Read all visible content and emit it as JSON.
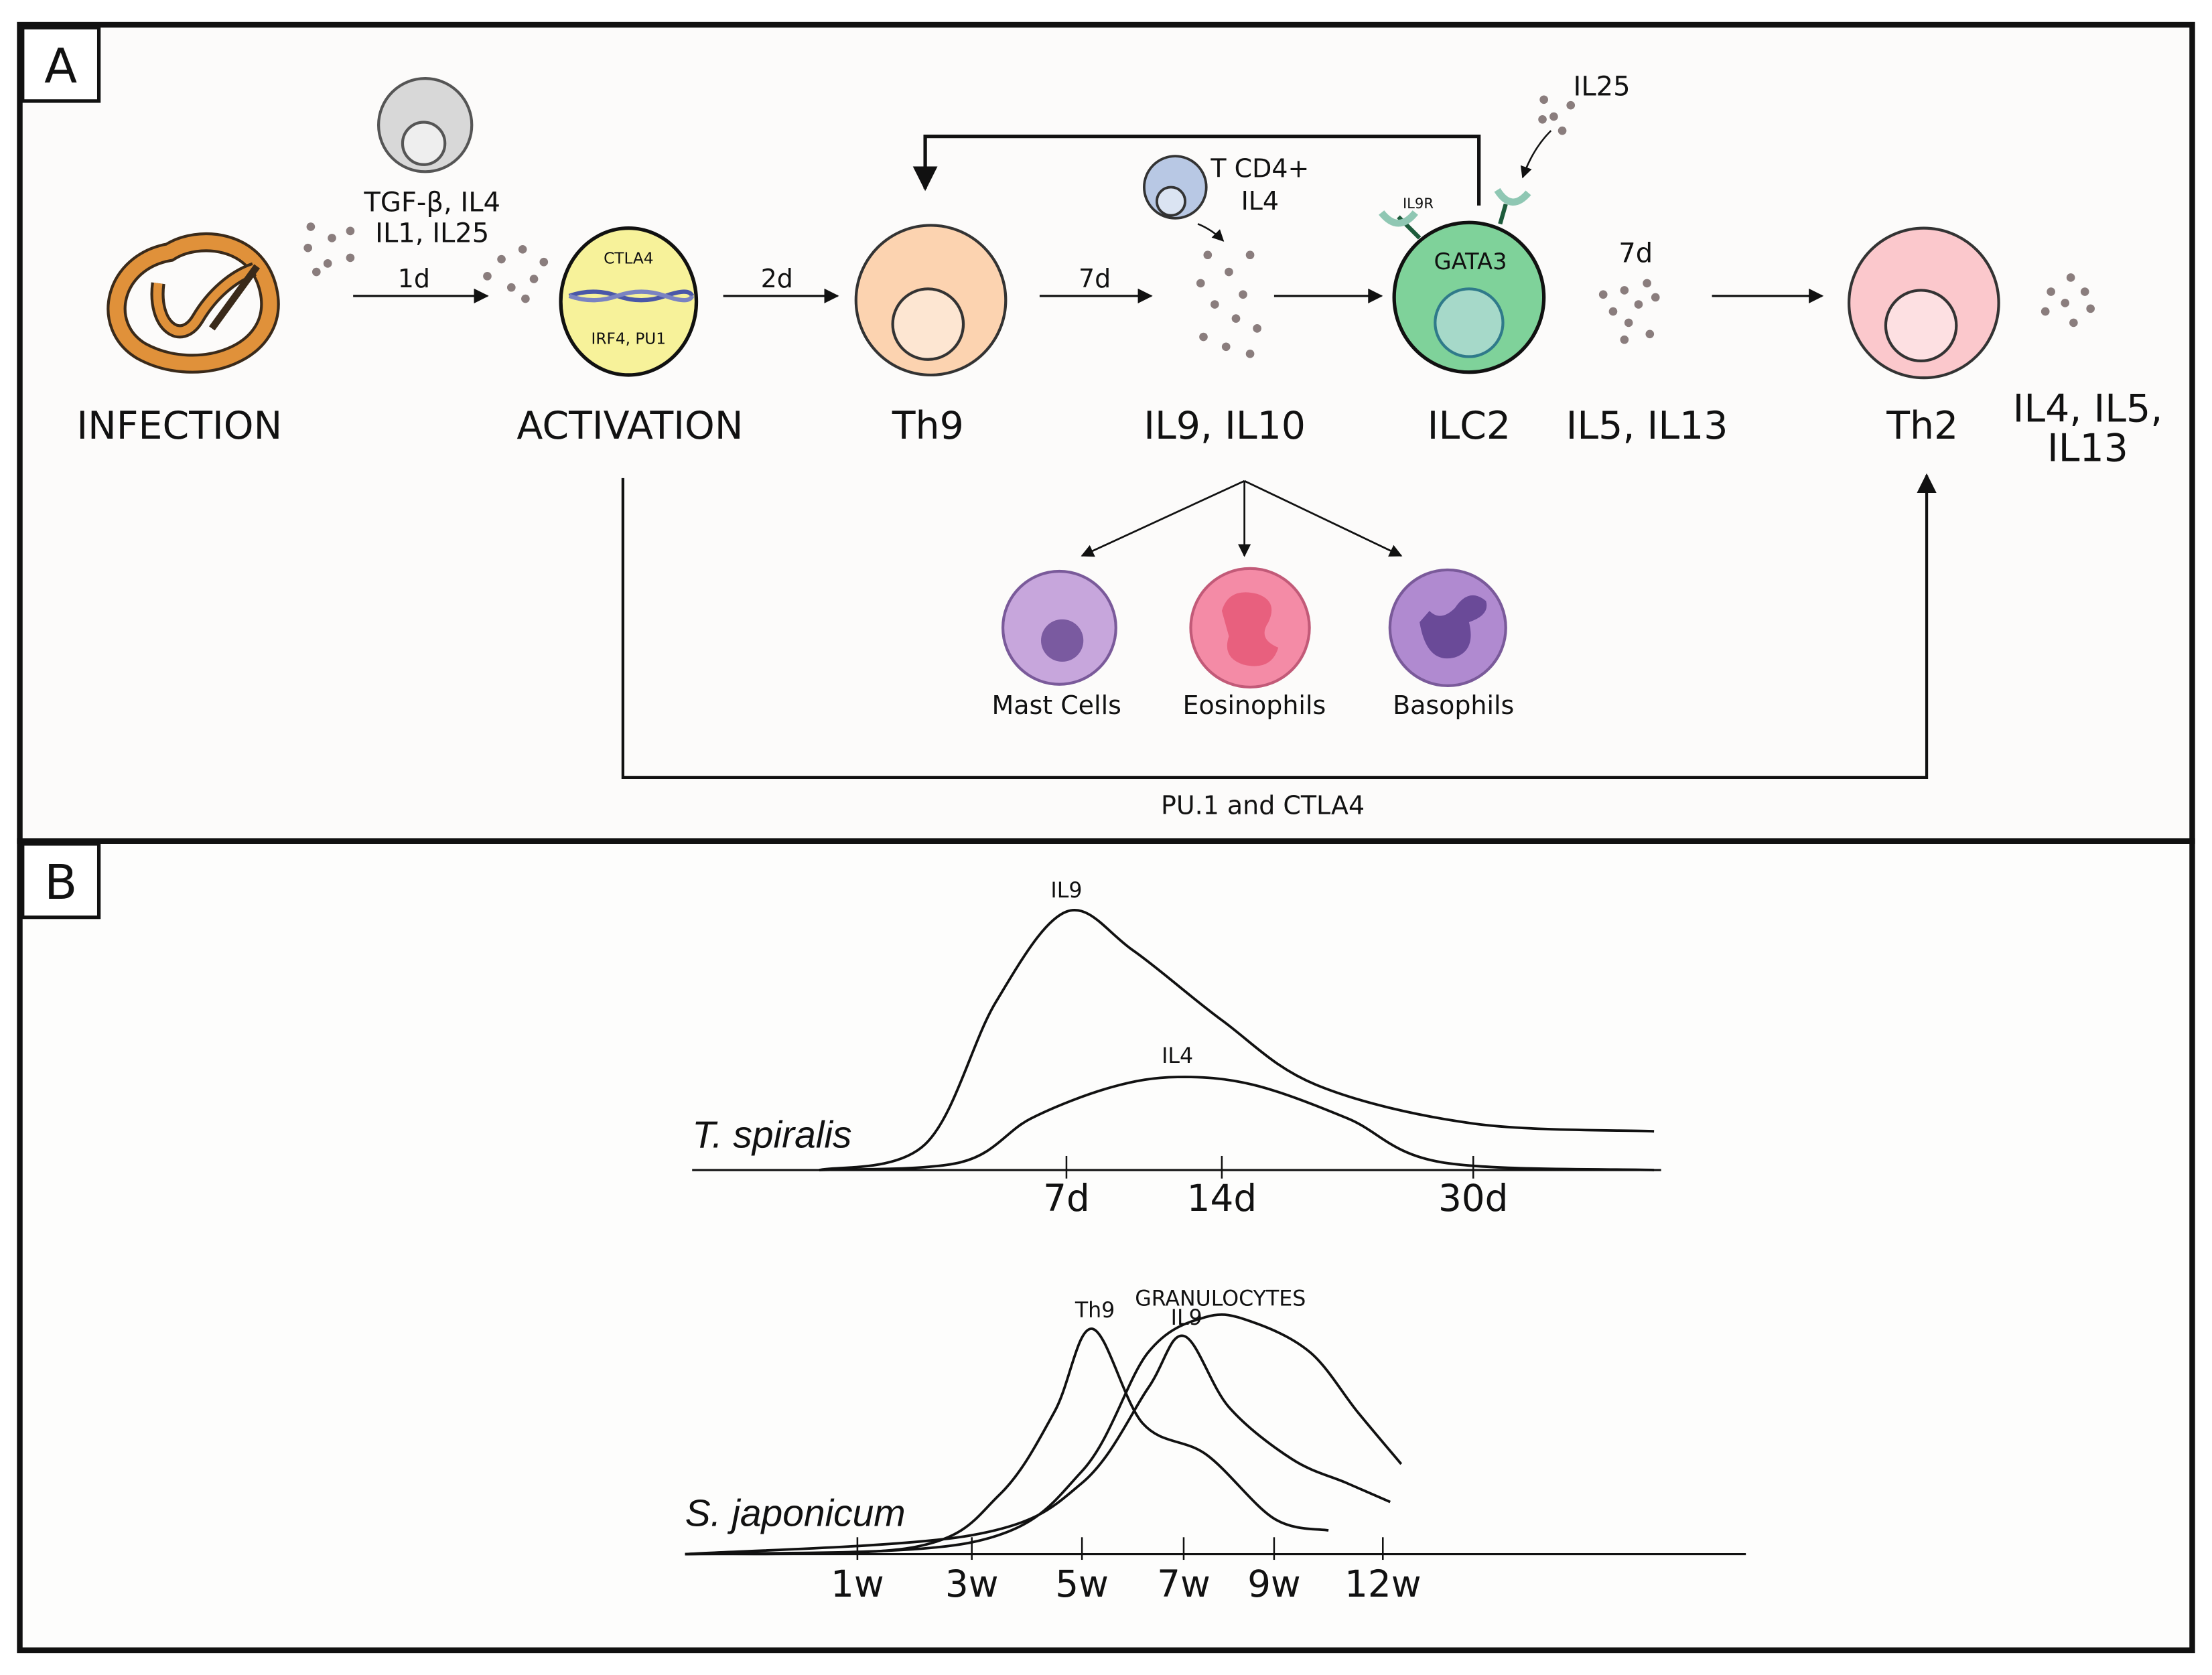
{
  "panel_a": {
    "label": "A",
    "stages": {
      "infection": "INFECTION",
      "activation": "ACTIVATION",
      "th9": "Th9",
      "il9_il10": "IL9, IL10",
      "ilc2": "ILC2",
      "il5_il13": "IL5, IL13",
      "th2": "Th2",
      "il4_il5_line1": "IL4, IL5,",
      "il4_il5_line2": "IL13"
    },
    "cytokines_top_line1": "TGF-β, IL4",
    "cytokines_top_line2": "IL1, IL25",
    "time_1d": "1d",
    "time_2d": "2d",
    "time_7d_a": "7d",
    "time_7d_b": "7d",
    "activation_cell_top": "CTLA4",
    "activation_cell_bottom": "IRF4, PU1",
    "tcd4_line1": "T CD4+",
    "tcd4_line2": "IL4",
    "il25": "IL25",
    "il9r": "IL9R",
    "gata3": "GATA3",
    "granulocytes": {
      "mast": "Mast Cells",
      "eos": "Eosinophils",
      "baso": "Basophils"
    },
    "bottom_path_label": "PU.1 and CTLA4",
    "colors": {
      "worm": "#e0913a",
      "activation_cell": "#f7f29a",
      "th9_cell": "#fcd3b0",
      "ilc2_cell": "#7fd29a",
      "th2_cell": "#fbc8cc",
      "mast": "#c7a6dc",
      "eos": "#f48ba6",
      "baso": "#b08ad0",
      "dots": "#8a7d7d"
    }
  },
  "panel_b": {
    "label": "B"
  },
  "chart_data": [
    {
      "type": "line",
      "y_label": "T. spiralis",
      "x_ticks": [
        "7d",
        "14d",
        "30d"
      ],
      "series": [
        {
          "name": "IL9",
          "x_days": [
            0,
            3,
            5,
            7,
            10,
            14,
            20,
            30,
            40
          ],
          "y": [
            0.0,
            0.1,
            0.65,
            1.0,
            0.85,
            0.58,
            0.33,
            0.18,
            0.15
          ]
        },
        {
          "name": "IL4",
          "x_days": [
            0,
            4,
            6,
            9,
            12,
            16,
            22,
            28,
            40
          ],
          "y": [
            0.0,
            0.03,
            0.2,
            0.32,
            0.36,
            0.33,
            0.2,
            0.03,
            0.0
          ]
        }
      ]
    },
    {
      "type": "line",
      "y_label": "S. japonicum",
      "x_ticks": [
        "1w",
        "3w",
        "5w",
        "7w",
        "9w",
        "12w"
      ],
      "series": [
        {
          "name": "Th9",
          "x_weeks": [
            0,
            2,
            3.5,
            4.5,
            5.2,
            6.2,
            7.5,
            9,
            10.5
          ],
          "y": [
            0.0,
            0.03,
            0.25,
            0.6,
            0.95,
            0.55,
            0.42,
            0.15,
            0.1
          ]
        },
        {
          "name": "IL9",
          "x_weeks": [
            0,
            3,
            5,
            6.3,
            7,
            8,
            9.5,
            11,
            12.2
          ],
          "y": [
            0.0,
            0.08,
            0.3,
            0.7,
            0.92,
            0.62,
            0.4,
            0.3,
            0.22
          ]
        },
        {
          "name": "GRANULOCYTES",
          "x_weeks": [
            0,
            3,
            5,
            6.3,
            7.5,
            8.5,
            10,
            11.3,
            12.5
          ],
          "y": [
            0.0,
            0.05,
            0.35,
            0.85,
            1.0,
            0.98,
            0.85,
            0.6,
            0.38
          ]
        }
      ]
    }
  ]
}
